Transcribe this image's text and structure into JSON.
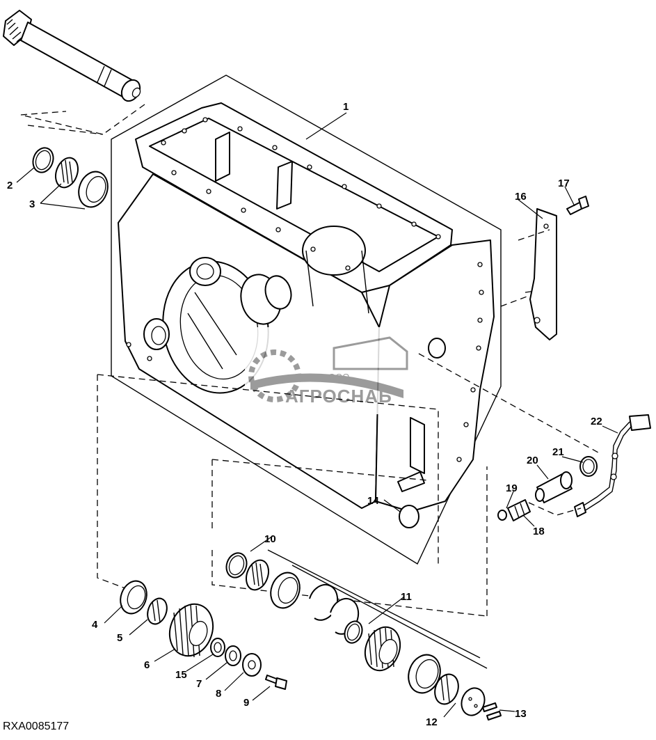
{
  "drawing_id": "RXA0085177",
  "watermark": {
    "brand": "АГРОСНАБ",
    "prefix": "ООО",
    "accent": "#8a8a8a"
  },
  "callouts": [
    "1",
    "2",
    "3",
    "4",
    "5",
    "6",
    "7",
    "8",
    "9",
    "10",
    "11",
    "12",
    "13",
    "14",
    "15",
    "16",
    "17",
    "18",
    "19",
    "20",
    "21",
    "22"
  ],
  "colors": {
    "line": "#000000",
    "background": "#ffffff"
  }
}
